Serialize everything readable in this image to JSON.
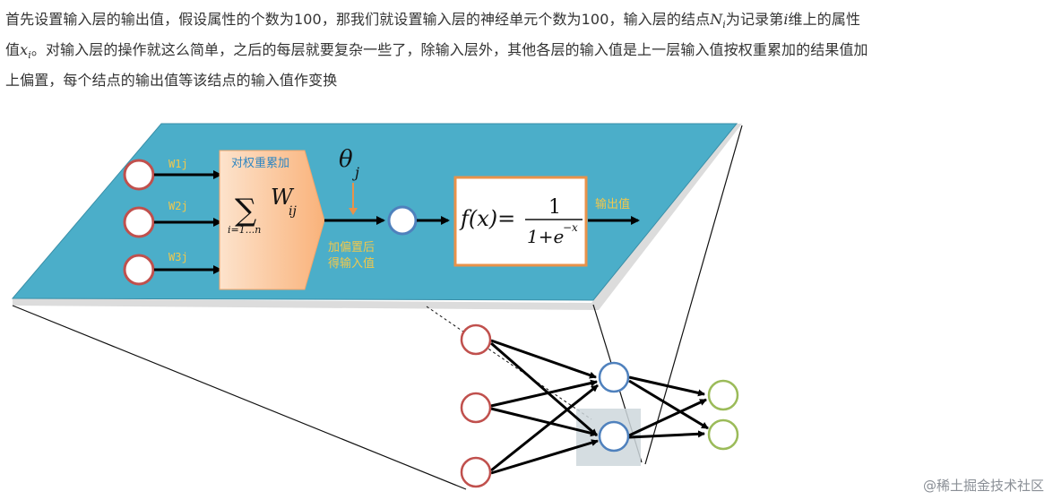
{
  "paragraph": {
    "line1_a": "首先设置输入层的输出值，假设属性的个数为100，那我们就设置输入层的神经单元个数为100，输入层的结点",
    "line1_var": "N",
    "line1_sub": "i",
    "line1_b": "为记录第",
    "line1_var2": "i",
    "line1_c": "维上的属性",
    "line2_a": "值",
    "line2_var": "x",
    "line2_sub": "i",
    "line2_b": "。对输入层的操作就这么简单，之后的每层就要复杂一些了，除输入层外，其他各层的输入值是上一层输入值按权重累加的结果值加",
    "line3": "上偏置，每个结点的输出值等该结点的输入值作变换"
  },
  "figure": {
    "weights": [
      "W1j",
      "W2j",
      "W3j"
    ],
    "sum_box_title": "对权重累加",
    "sum_symbol": "∑",
    "sum_index": "i=1...n",
    "sum_term": "W",
    "sum_term_sub": "ij",
    "theta": "θ",
    "theta_sub": "j",
    "bias_label_1": "加偏置后",
    "bias_label_2": "得输入值",
    "func_lhs": "f(x)=",
    "func_num": "1",
    "func_den": "1+e",
    "func_exp": "−x",
    "output_label": "输出值",
    "colors": {
      "plane": "#4BAEC9",
      "input_node": "#C0504D",
      "hidden_node": "#4F81BD",
      "output_node": "#9BBB59",
      "sum_box": "#FBC49A",
      "label": "#F2C84B"
    }
  },
  "watermark": "@稀土掘金技术社区"
}
